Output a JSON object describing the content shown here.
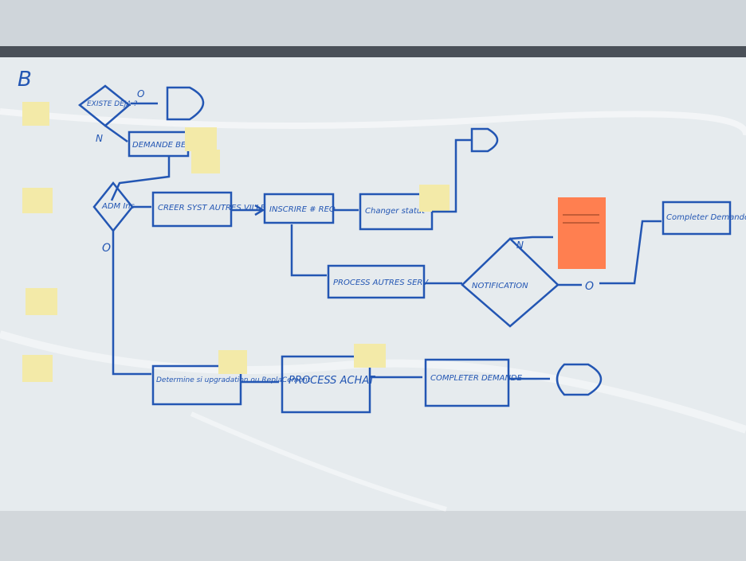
{
  "board": {
    "section_letter": "B",
    "steps": {
      "existe_deja": "EXISTE DEJA ?",
      "o_label_top": "O",
      "n_label_top": "N",
      "demande_besoin": "DEMANDE BESOIN",
      "adm": "ADM Ins",
      "creer": "CREER SYST AUTRES VILLE",
      "inscrire": "INSCRIRE # REQ",
      "changer": "Changer statut",
      "process_autres": "PROCESS AUTRES SERV",
      "notification": "NOTIFICATION",
      "n_label_mid": "N",
      "o_label_mid": "O",
      "completer_right": "Completer Demande",
      "determine": "Determine si upgradation ou ReplaCement",
      "process_achat": "PROCESS ACHAT",
      "completer_bottom": "COMPLETER DEMANDE",
      "o_label_left": "O"
    }
  },
  "colors": {
    "marker": "#2356b3",
    "sticky": "#f3eaa8",
    "orange_sticky": "#ff7f50",
    "whiteboard": "#e9eef1"
  }
}
